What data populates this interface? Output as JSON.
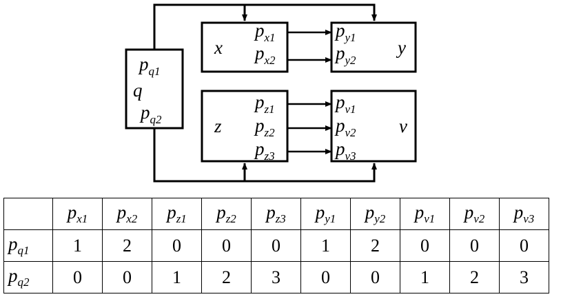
{
  "diagram": {
    "blocks": {
      "q": {
        "name": "q",
        "ports": [
          {
            "base": "p",
            "sub": "q1"
          },
          {
            "base": "p",
            "sub": "q2"
          }
        ]
      },
      "x": {
        "name": "x",
        "ports": [
          {
            "base": "p",
            "sub": "x1"
          },
          {
            "base": "p",
            "sub": "x2"
          }
        ]
      },
      "y": {
        "name": "y",
        "ports": [
          {
            "base": "p",
            "sub": "y1"
          },
          {
            "base": "p",
            "sub": "y2"
          }
        ]
      },
      "z": {
        "name": "z",
        "ports": [
          {
            "base": "p",
            "sub": "z1"
          },
          {
            "base": "p",
            "sub": "z2"
          },
          {
            "base": "p",
            "sub": "z3"
          }
        ]
      },
      "v": {
        "name": "v",
        "ports": [
          {
            "base": "p",
            "sub": "v1"
          },
          {
            "base": "p",
            "sub": "v2"
          },
          {
            "base": "p",
            "sub": "v3"
          }
        ]
      }
    },
    "connections": [
      {
        "from": "x.px1",
        "to": "y.py1"
      },
      {
        "from": "x.px2",
        "to": "y.py2"
      },
      {
        "from": "z.pz1",
        "to": "v.pv1"
      },
      {
        "from": "z.pz2",
        "to": "v.pv2"
      },
      {
        "from": "z.pz3",
        "to": "v.pv3"
      },
      {
        "from": "q.top",
        "to": "x"
      },
      {
        "from": "q.top",
        "to": "y"
      },
      {
        "from": "q.bottom",
        "to": "z"
      },
      {
        "from": "q.bottom",
        "to": "v"
      }
    ]
  },
  "table": {
    "columns": [
      {
        "base": "p",
        "sub": "x1"
      },
      {
        "base": "p",
        "sub": "x2"
      },
      {
        "base": "p",
        "sub": "z1"
      },
      {
        "base": "p",
        "sub": "z2"
      },
      {
        "base": "p",
        "sub": "z3"
      },
      {
        "base": "p",
        "sub": "y1"
      },
      {
        "base": "p",
        "sub": "y2"
      },
      {
        "base": "p",
        "sub": "v1"
      },
      {
        "base": "p",
        "sub": "v2"
      },
      {
        "base": "p",
        "sub": "v3"
      }
    ],
    "rows": [
      {
        "label": {
          "base": "p",
          "sub": "q1"
        },
        "values": [
          "1",
          "2",
          "0",
          "0",
          "0",
          "1",
          "2",
          "0",
          "0",
          "0"
        ]
      },
      {
        "label": {
          "base": "p",
          "sub": "q2"
        },
        "values": [
          "0",
          "0",
          "1",
          "2",
          "3",
          "0",
          "0",
          "1",
          "2",
          "3"
        ]
      }
    ]
  }
}
